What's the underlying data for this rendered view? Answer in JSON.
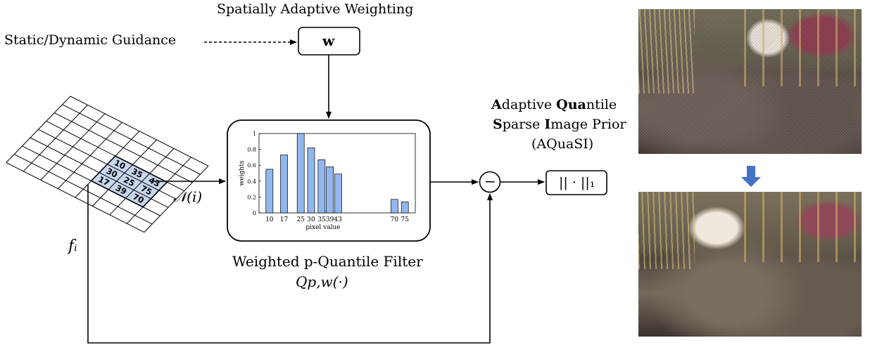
{
  "labels": {
    "spatial_weighting": "Spatially Adaptive Weighting",
    "guidance": "Static/Dynamic Guidance",
    "w_symbol": "w",
    "neighborhood": "𝒩(i)",
    "f_i": "fᵢ",
    "filter_title": "Weighted p-Quantile Filter",
    "filter_symbol": "Qp,w(·)",
    "prior_line1_parts": [
      {
        "text": "A",
        "bold": true
      },
      {
        "text": "daptive ",
        "bold": false
      },
      {
        "text": "Qua",
        "bold": true
      },
      {
        "text": "ntile",
        "bold": false
      }
    ],
    "prior_line2_parts": [
      {
        "text": "S",
        "bold": true
      },
      {
        "text": "parse ",
        "bold": false
      },
      {
        "text": "I",
        "bold": true
      },
      {
        "text": "mage Prior",
        "bold": false
      }
    ],
    "prior_acronym": "(AQuaSI)",
    "norm": "|| · ||₁",
    "minus": "−"
  },
  "grid_patch_values": [
    [
      "10",
      "35",
      "43"
    ],
    [
      "30",
      "25",
      "75"
    ],
    [
      "17",
      "39",
      "70"
    ]
  ],
  "colors": {
    "patch_fill": "#c7d7f0",
    "bar_fill": "#92b7ee",
    "arrow_blue": "#4473c5"
  },
  "chart_data": {
    "type": "bar",
    "x": [
      10,
      17,
      25,
      30,
      35,
      39,
      43,
      70,
      75
    ],
    "values": [
      0.55,
      0.73,
      1.0,
      0.82,
      0.67,
      0.58,
      0.49,
      0.17,
      0.14
    ],
    "x_tick_labels": [
      "10",
      "17",
      "25",
      "30",
      "353943",
      "70",
      "75"
    ],
    "y_ticks": [
      "0",
      "0.2",
      "0.4",
      "0.6",
      "0.8",
      "1"
    ],
    "xlabel": "pixel value",
    "ylabel": "weights",
    "ylim": [
      0,
      1
    ],
    "xlim": [
      5,
      80
    ]
  }
}
